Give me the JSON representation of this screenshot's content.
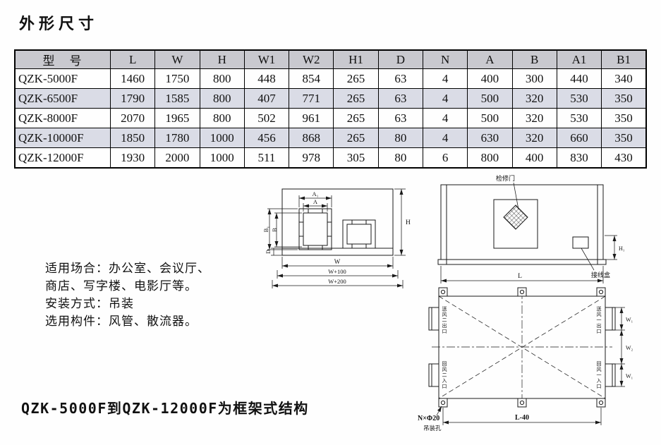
{
  "page": {
    "title": "外形尺寸",
    "structure_note": "QZK-5000F到QZK-12000F为框架式结构"
  },
  "table": {
    "headers": [
      "型　号",
      "L",
      "W",
      "H",
      "W1",
      "W2",
      "H1",
      "D",
      "N",
      "A",
      "B",
      "A1",
      "B1"
    ],
    "rows": [
      {
        "model": "QZK-5000F",
        "values": [
          "1460",
          "1750",
          "800",
          "448",
          "854",
          "265",
          "63",
          "4",
          "400",
          "300",
          "440",
          "340"
        ]
      },
      {
        "model": "QZK-6500F",
        "values": [
          "1790",
          "1585",
          "800",
          "407",
          "771",
          "265",
          "63",
          "4",
          "500",
          "320",
          "530",
          "350"
        ]
      },
      {
        "model": "QZK-8000F",
        "values": [
          "2070",
          "1965",
          "800",
          "502",
          "961",
          "265",
          "63",
          "4",
          "500",
          "320",
          "530",
          "350"
        ]
      },
      {
        "model": "QZK-10000F",
        "values": [
          "1850",
          "1780",
          "1000",
          "456",
          "868",
          "265",
          "80",
          "4",
          "630",
          "320",
          "660",
          "350"
        ]
      },
      {
        "model": "QZK-12000F",
        "values": [
          "1930",
          "2000",
          "1000",
          "511",
          "978",
          "305",
          "80",
          "6",
          "800",
          "400",
          "830",
          "430"
        ]
      }
    ]
  },
  "info": {
    "lines": [
      "适用场合：办公室、会议厅、",
      "商店、写字楼、电影厅等。",
      "安装方式：吊装",
      "选用构件：风管、散流器。"
    ]
  },
  "drawings": {
    "front_view": {
      "dim_a1": "A₁",
      "dim_a": "A",
      "dim_b1": "B₁",
      "dim_b": "B",
      "dim_d": "D",
      "dim_h": "H",
      "dim_w": "W",
      "dim_w100": "W+100",
      "dim_w200": "W+200"
    },
    "side_view": {
      "inspection_door": "检修门",
      "junction_box": "接线盒",
      "dim_l": "L",
      "dim_h1": "H₁"
    },
    "plan_view": {
      "flange_top_left": "送风二出口",
      "flange_top_right": "送风一出口",
      "flange_bottom_left": "回风二入口",
      "flange_bottom_right": "回风一入口",
      "dim_w1_top": "W₁",
      "dim_w2": "W₂",
      "dim_w1_bottom": "W₁",
      "dim_l40": "L-40",
      "holes_note": "N×Φ20",
      "holes_label": "吊装孔"
    }
  },
  "colors": {
    "header_bg": "#c9c9cf",
    "shaded_row_bg": "#dadce6"
  }
}
